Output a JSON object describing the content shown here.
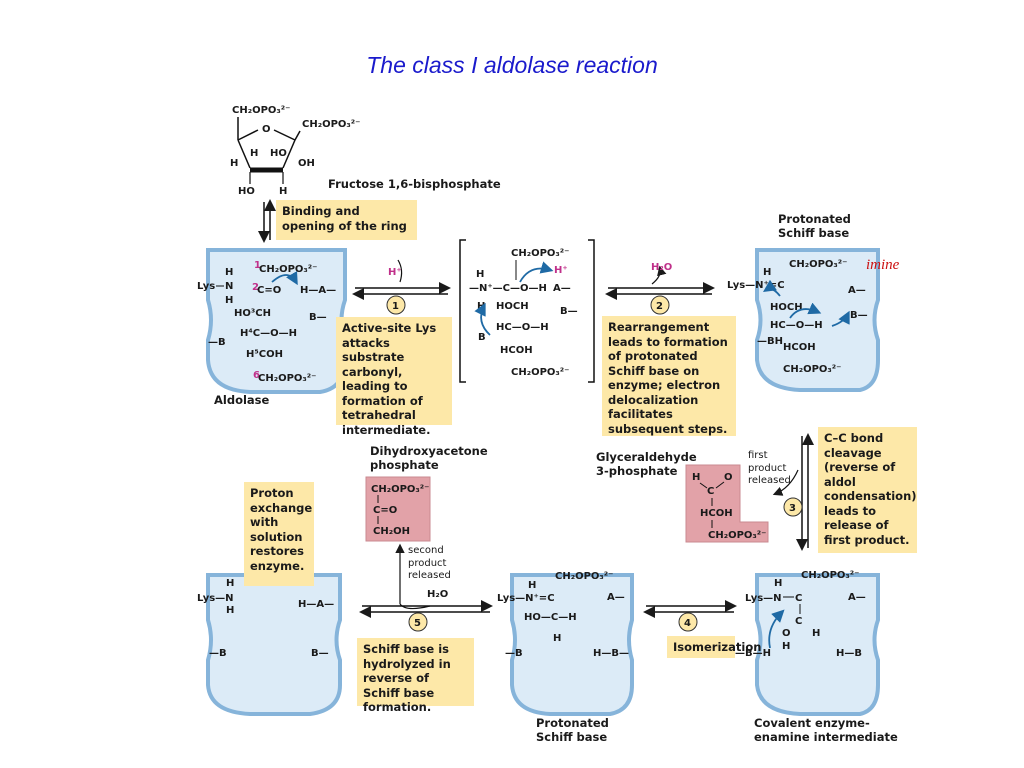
{
  "title": "The class I aldolase reaction",
  "annotation": "imine",
  "labels": {
    "fbp": "Fructose 1,6-bisphosphate",
    "aldolase": "Aldolase",
    "protonated_schiff_top": [
      "Protonated",
      "Schiff base"
    ],
    "protonated_schiff_bottom": [
      "Protonated",
      "Schiff base"
    ],
    "dhap": [
      "Dihydroxyacetone",
      "phosphate"
    ],
    "g3p": [
      "Glyceraldehyde",
      "3-phosphate"
    ],
    "first_product": [
      "first",
      "product",
      "released"
    ],
    "second_product": [
      "second",
      "product",
      "released"
    ],
    "enamine": [
      "Covalent enzyme-",
      "enamine intermediate"
    ],
    "water_top": "H₂O",
    "water_bottom": "H₂O",
    "proton": "H⁺"
  },
  "boxes": {
    "binding": "Binding and opening of the ring",
    "step1": "Active-site Lys attacks substrate carbonyl, leading to formation of tetrahedral intermediate.",
    "step2": "Rearrangement leads to formation of protonated Schiff base on enzyme; electron delocalization facilitates subsequent steps.",
    "step3": "C–C bond cleavage (reverse of aldol condensation) leads to release of first product.",
    "step4": "Isomerization",
    "step5": "Schiff base is hydrolyzed in reverse of Schiff base formation.",
    "proton_exchange": "Proton exchange with solution restores enzyme."
  },
  "step_numbers": [
    "1",
    "2",
    "3",
    "4",
    "5"
  ],
  "colors": {
    "title": "#1a1acc",
    "box": "#fde8a8",
    "product_box": "#e2a2a8",
    "enzyme_fill": "#dcebf7",
    "enzyme_stroke": "#86b4da",
    "arrow_blue": "#1f6aa5",
    "magenta": "#c0308a",
    "imine": "#cc1111"
  }
}
